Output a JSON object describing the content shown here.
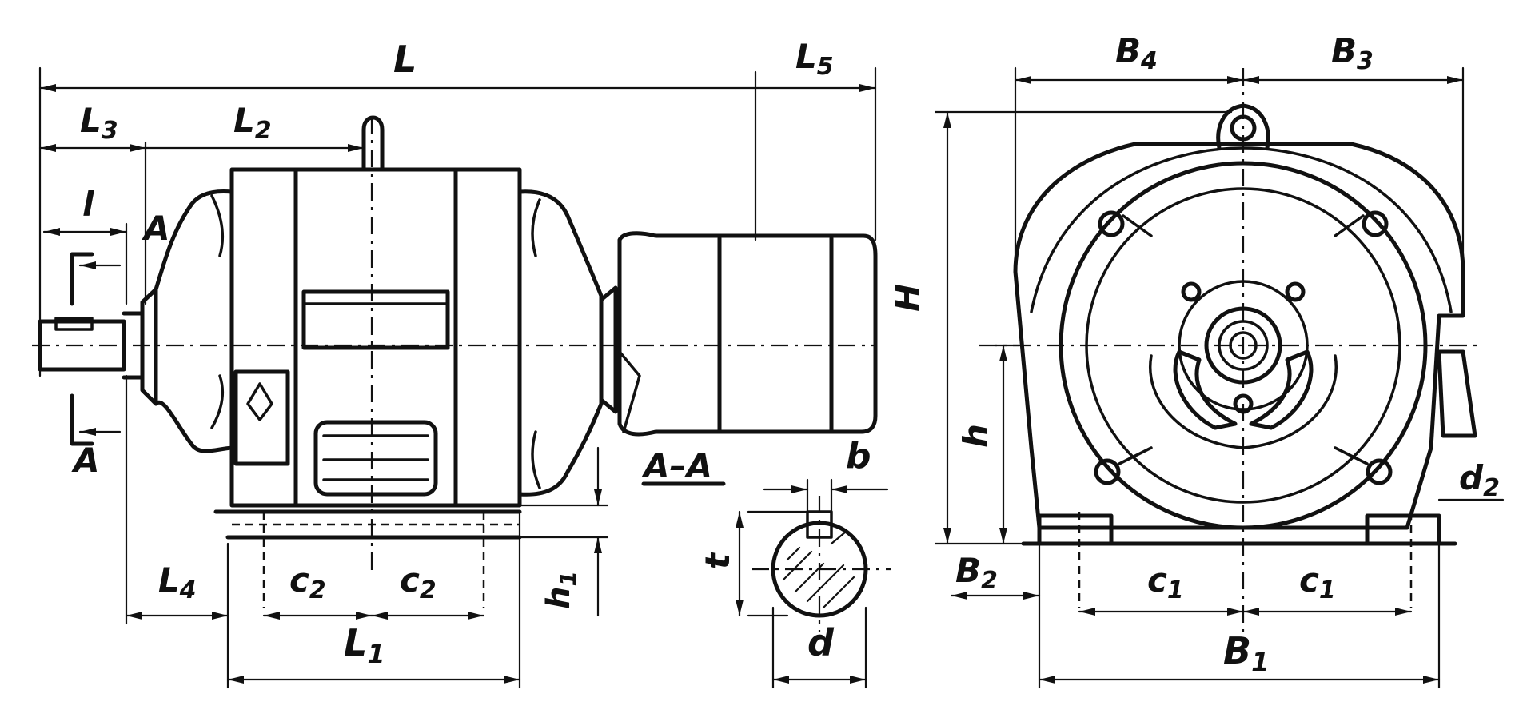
{
  "labels": {
    "L": "L",
    "L5": [
      "L",
      "5"
    ],
    "L3": [
      "L",
      "3"
    ],
    "L2": [
      "L",
      "2"
    ],
    "l": "l",
    "A_top": "A",
    "A_bottom": "A",
    "L4": [
      "L",
      "4"
    ],
    "c2_left": [
      "c",
      "2"
    ],
    "c2_right": [
      "c",
      "2"
    ],
    "L1": [
      "L",
      "1"
    ],
    "h1": [
      "h",
      "1"
    ],
    "section": "A–A",
    "b": "b",
    "t": "t",
    "d": "d",
    "B4": [
      "B",
      "4"
    ],
    "B3": [
      "B",
      "3"
    ],
    "H": "H",
    "h": "h",
    "d2": [
      "d",
      "2"
    ],
    "B2": [
      "B",
      "2"
    ],
    "c1_left": [
      "c",
      "1"
    ],
    "c1_right": [
      "c",
      "1"
    ],
    "B1": [
      "B",
      "1"
    ]
  },
  "style": {
    "ink": "#111111",
    "paper": "#ffffff"
  }
}
